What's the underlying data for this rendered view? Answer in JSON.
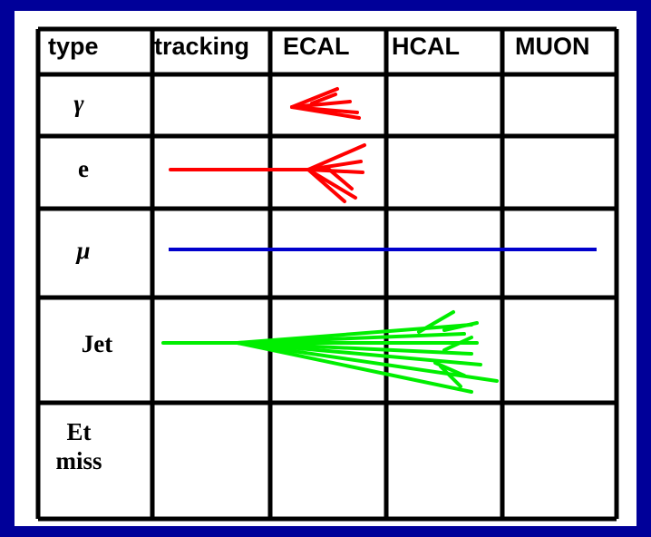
{
  "table": {
    "headers": [
      "type",
      "tracking",
      "ECAL",
      "HCAL",
      "MUON"
    ],
    "rows": [
      {
        "label": "γ",
        "signature": "photon-shower"
      },
      {
        "label": "e",
        "signature": "electron-track-shower"
      },
      {
        "label": "μ",
        "signature": "muon-track"
      },
      {
        "label": "Jet",
        "signature": "jet-shower"
      },
      {
        "label_line1": "Et",
        "label_line2": "miss",
        "signature": "none"
      }
    ]
  },
  "colors": {
    "background": "#000099",
    "photon": "#ff0000",
    "electron": "#ff0000",
    "muon": "#0000cc",
    "jet": "#00ee00"
  }
}
